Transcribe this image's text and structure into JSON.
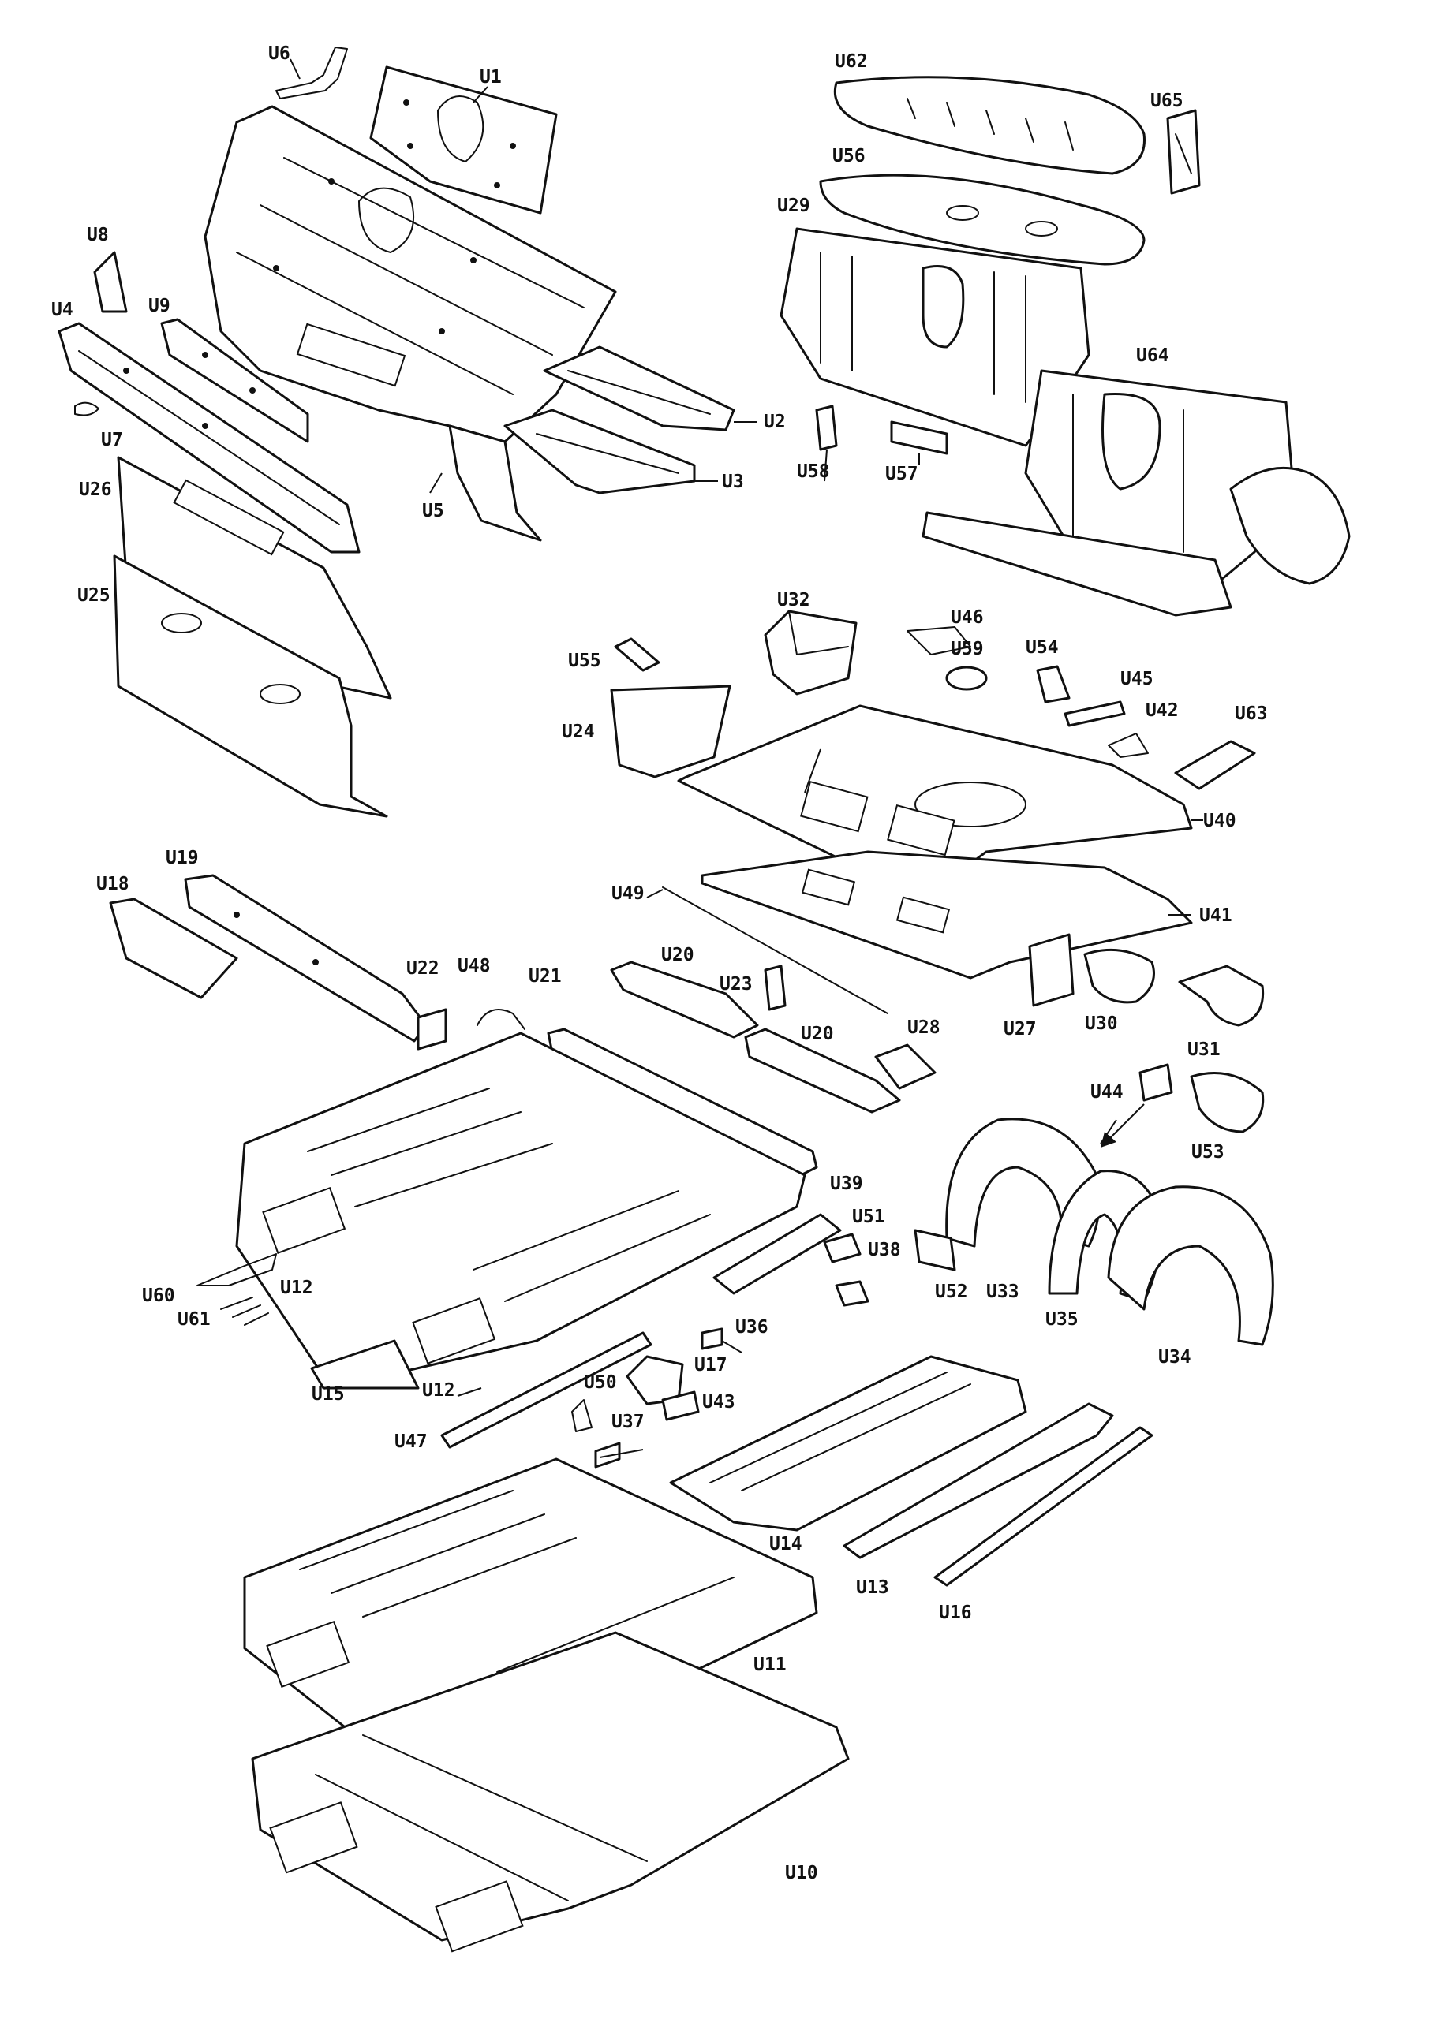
{
  "diagram": {
    "colors": {
      "line": "#111111",
      "background": "#ffffff"
    },
    "callouts": {
      "U1": "U1",
      "U2": "U2",
      "U3": "U3",
      "U4": "U4",
      "U5": "U5",
      "U6": "U6",
      "U7": "U7",
      "U8": "U8",
      "U9": "U9",
      "U10": "U10",
      "U11": "U11",
      "U12a": "U12",
      "U12b": "U12",
      "U13": "U13",
      "U14": "U14",
      "U15": "U15",
      "U16": "U16",
      "U17": "U17",
      "U18": "U18",
      "U19": "U19",
      "U20a": "U20",
      "U20b": "U20",
      "U21": "U21",
      "U22": "U22",
      "U23": "U23",
      "U24": "U24",
      "U25": "U25",
      "U26": "U26",
      "U27": "U27",
      "U28": "U28",
      "U29": "U29",
      "U30": "U30",
      "U31": "U31",
      "U32": "U32",
      "U33": "U33",
      "U34": "U34",
      "U35": "U35",
      "U36": "U36",
      "U37": "U37",
      "U38": "U38",
      "U39": "U39",
      "U40": "U40",
      "U41": "U41",
      "U42": "U42",
      "U43": "U43",
      "U44": "U44",
      "U45": "U45",
      "U46": "U46",
      "U47": "U47",
      "U48": "U48",
      "U49": "U49",
      "U50": "U50",
      "U51": "U51",
      "U52": "U52",
      "U53": "U53",
      "U54": "U54",
      "U55": "U55",
      "U56": "U56",
      "U57": "U57",
      "U58": "U58",
      "U59": "U59",
      "U60": "U60",
      "U61": "U61",
      "U62": "U62",
      "U63": "U63",
      "U64": "U64",
      "U65": "U65"
    }
  }
}
